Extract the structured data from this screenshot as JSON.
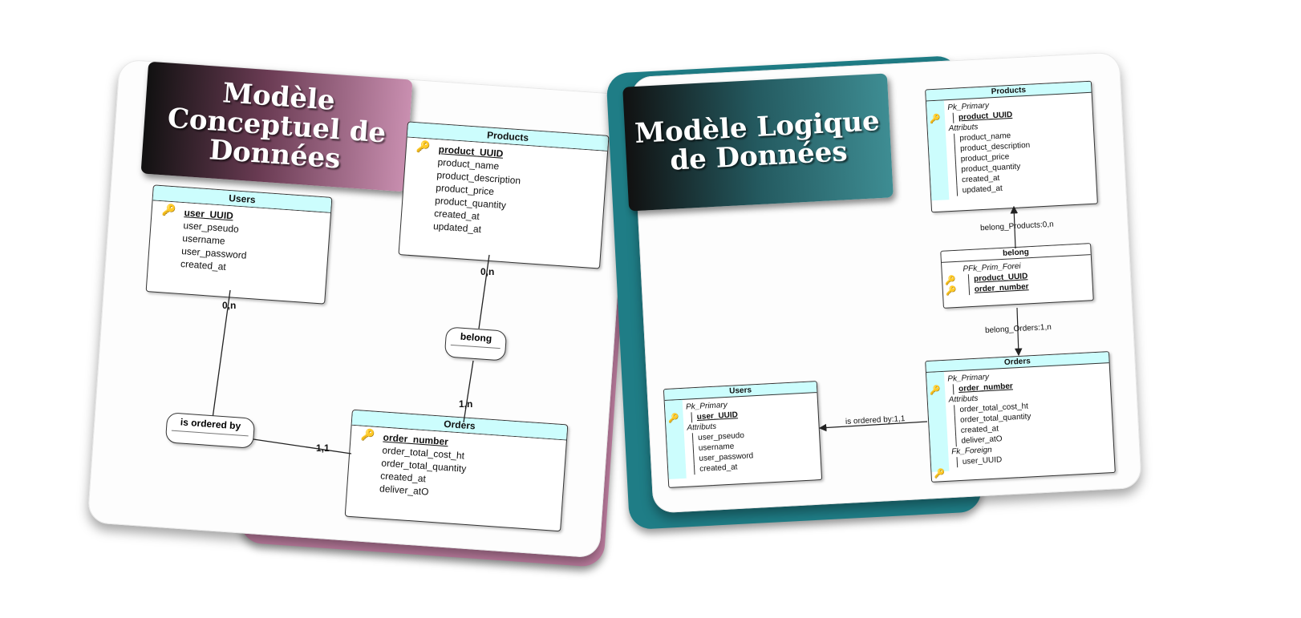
{
  "conceptual": {
    "title": "Modèle Conceptuel de Données",
    "colors": {
      "accent": "#c07fa2",
      "banner_start": "#111111",
      "banner_end": "#c98fb0"
    },
    "entities": {
      "users": {
        "name": "Users",
        "pk": "user_UUID",
        "attrs": [
          "user_pseudo",
          "username",
          "user_password",
          "created_at"
        ]
      },
      "products": {
        "name": "Products",
        "pk": "product_UUID",
        "attrs": [
          "product_name",
          "product_description",
          "product_price",
          "product_quantity",
          "created_at",
          "updated_at"
        ]
      },
      "orders": {
        "name": "Orders",
        "pk": "order_number",
        "attrs": [
          "order_total_cost_ht",
          "order_total_quantity",
          "created_at",
          "deliver_atO"
        ]
      }
    },
    "associations": {
      "belong": "belong",
      "is_ordered_by": "is ordered by"
    },
    "cardinalities": {
      "users_side": "0,n",
      "products_side": "0,n",
      "orders_belong": "1,n",
      "orders_ordered": "1,1"
    }
  },
  "logical": {
    "title": "Modèle Logique de Données",
    "colors": {
      "accent": "#1f7d86",
      "banner_start": "#111111",
      "banner_end": "#3e8d93"
    },
    "tables": {
      "products": {
        "name": "Products",
        "pk_section": "Pk_Primary",
        "pk": "product_UUID",
        "attr_section": "Attributs",
        "attrs": [
          "product_name",
          "product_description",
          "product_price",
          "product_quantity",
          "created_at",
          "updated_at"
        ]
      },
      "belong": {
        "name": "belong",
        "pk_section": "PFk_Prim_Forei",
        "pks": [
          "product_UUID",
          "order_number"
        ]
      },
      "orders": {
        "name": "Orders",
        "pk_section": "Pk_Primary",
        "pk": "order_number",
        "attr_section": "Attributs",
        "attrs": [
          "order_total_cost_ht",
          "order_total_quantity",
          "created_at",
          "deliver_atO"
        ],
        "fk_section": "Fk_Foreign",
        "fk": "user_UUID"
      },
      "users": {
        "name": "Users",
        "pk_section": "Pk_Primary",
        "pk": "user_UUID",
        "attr_section": "Attributs",
        "attrs": [
          "user_pseudo",
          "username",
          "user_password",
          "created_at"
        ]
      }
    },
    "relations": {
      "belong_products": "belong_Products:0,n",
      "belong_orders": "belong_Orders:1,n",
      "is_ordered_by": "is ordered by:1,1"
    }
  }
}
